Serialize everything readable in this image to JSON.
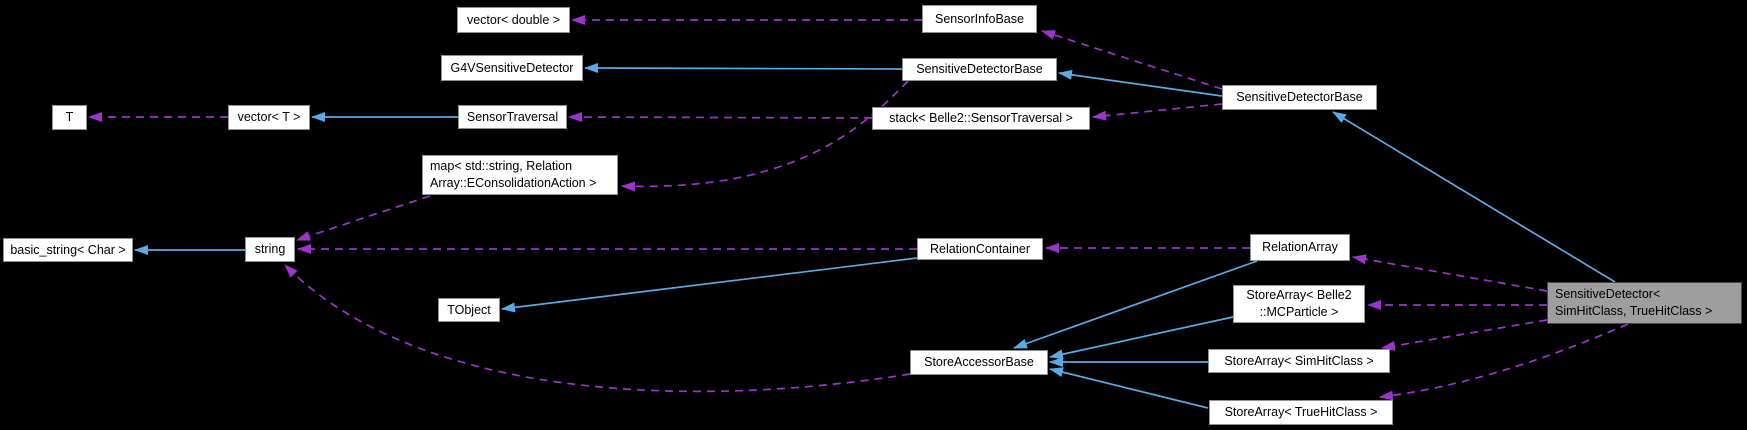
{
  "diagram": {
    "kind": "class-collaboration-graph",
    "background": "#000000",
    "colors": {
      "inheritance_edge": "#5aaae6",
      "usage_edge": "#9c34ce",
      "node_fill": "#ffffff",
      "node_border": "#8c9196",
      "highlight_fill": "#9e9e9e",
      "highlight_border": "#474747",
      "text": "#000000"
    },
    "nodes": [
      {
        "id": "t",
        "label": "T"
      },
      {
        "id": "vector_t",
        "label": "vector< T >"
      },
      {
        "id": "sensor_traversal",
        "label": "SensorTraversal"
      },
      {
        "id": "vector_double",
        "label": "vector< double >"
      },
      {
        "id": "g4v_sensitive_detector",
        "label": "G4VSensitiveDetector"
      },
      {
        "id": "map_econsolidation",
        "label": "map< std::string, Relation\nArray::EConsolidationAction >"
      },
      {
        "id": "basic_string_char",
        "label": "basic_string< Char >"
      },
      {
        "id": "string",
        "label": "string"
      },
      {
        "id": "tobject",
        "label": "TObject"
      },
      {
        "id": "sensor_info_base",
        "label": "SensorInfoBase"
      },
      {
        "id": "sensitive_detector_base",
        "label": "SensitiveDetectorBase"
      },
      {
        "id": "stack_sensor_traversal",
        "label": "stack< Belle2::SensorTraversal >"
      },
      {
        "id": "relation_container",
        "label": "RelationContainer"
      },
      {
        "id": "store_accessor_base",
        "label": "StoreAccessorBase"
      },
      {
        "id": "sensitive_detector_base_2",
        "label": "SensitiveDetectorBase"
      },
      {
        "id": "relation_array",
        "label": "RelationArray"
      },
      {
        "id": "store_array_mcparticle",
        "label": "StoreArray< Belle2\n::MCParticle >"
      },
      {
        "id": "store_array_simhitclass",
        "label": "StoreArray< SimHitClass >"
      },
      {
        "id": "store_array_truehitclass",
        "label": "StoreArray< TrueHitClass >"
      },
      {
        "id": "sensitive_detector",
        "label": "SensitiveDetector<\nSimHitClass, TrueHitClass >",
        "highlight": true
      }
    ],
    "edges": [
      {
        "from": "vector_t",
        "to": "t",
        "type": "usage"
      },
      {
        "from": "sensor_traversal",
        "to": "vector_t",
        "type": "inheritance"
      },
      {
        "from": "stack_sensor_traversal",
        "to": "sensor_traversal",
        "type": "usage"
      },
      {
        "from": "sensor_info_base",
        "to": "vector_double",
        "type": "usage"
      },
      {
        "from": "sensitive_detector_base",
        "to": "g4v_sensitive_detector",
        "type": "inheritance"
      },
      {
        "from": "sensitive_detector_base",
        "to": "map_econsolidation",
        "type": "usage"
      },
      {
        "from": "string",
        "to": "basic_string_char",
        "type": "inheritance"
      },
      {
        "from": "map_econsolidation",
        "to": "string",
        "type": "usage"
      },
      {
        "from": "relation_container",
        "to": "string",
        "type": "usage"
      },
      {
        "from": "store_accessor_base",
        "to": "string",
        "type": "usage"
      },
      {
        "from": "relation_container",
        "to": "tobject",
        "type": "inheritance"
      },
      {
        "from": "sensitive_detector_base_2",
        "to": "sensor_info_base",
        "type": "usage"
      },
      {
        "from": "sensitive_detector_base_2",
        "to": "sensitive_detector_base",
        "type": "inheritance"
      },
      {
        "from": "sensitive_detector_base_2",
        "to": "stack_sensor_traversal",
        "type": "usage"
      },
      {
        "from": "sensitive_detector",
        "to": "sensitive_detector_base_2",
        "type": "inheritance"
      },
      {
        "from": "relation_array",
        "to": "relation_container",
        "type": "usage"
      },
      {
        "from": "relation_array",
        "to": "store_accessor_base",
        "type": "inheritance"
      },
      {
        "from": "store_array_mcparticle",
        "to": "store_accessor_base",
        "type": "inheritance"
      },
      {
        "from": "store_array_simhitclass",
        "to": "store_accessor_base",
        "type": "inheritance"
      },
      {
        "from": "store_array_truehitclass",
        "to": "store_accessor_base",
        "type": "inheritance"
      },
      {
        "from": "sensitive_detector",
        "to": "relation_array",
        "type": "usage"
      },
      {
        "from": "sensitive_detector",
        "to": "store_array_mcparticle",
        "type": "usage"
      },
      {
        "from": "sensitive_detector",
        "to": "store_array_simhitclass",
        "type": "usage"
      },
      {
        "from": "sensitive_detector",
        "to": "store_array_truehitclass",
        "type": "usage"
      }
    ]
  }
}
